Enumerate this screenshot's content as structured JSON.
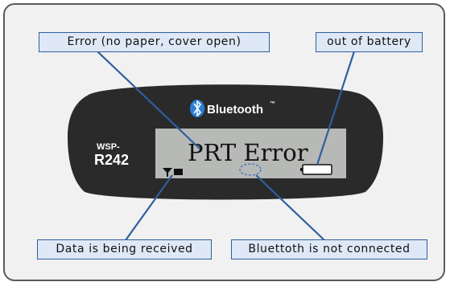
{
  "device": {
    "brand_label": "Bluetooth",
    "trademark": "™",
    "model_line1": "WSP-",
    "model_line2": "R242",
    "lcd_message": "PRT Error"
  },
  "callouts": {
    "error": "Error (no paper, cover open)",
    "battery": "out of battery",
    "data_received": "Data is being received",
    "bluetooth_not_connected": "Bluettoth is not connected"
  },
  "colors": {
    "device_body": "#2a2a2a",
    "lcd": "#b7b9b6",
    "callout_fill": "#dfe8f6",
    "callout_border": "#2f5f9e",
    "leader_line": "#2f5f9e",
    "bluetooth_icon": "#2a7fd4"
  }
}
